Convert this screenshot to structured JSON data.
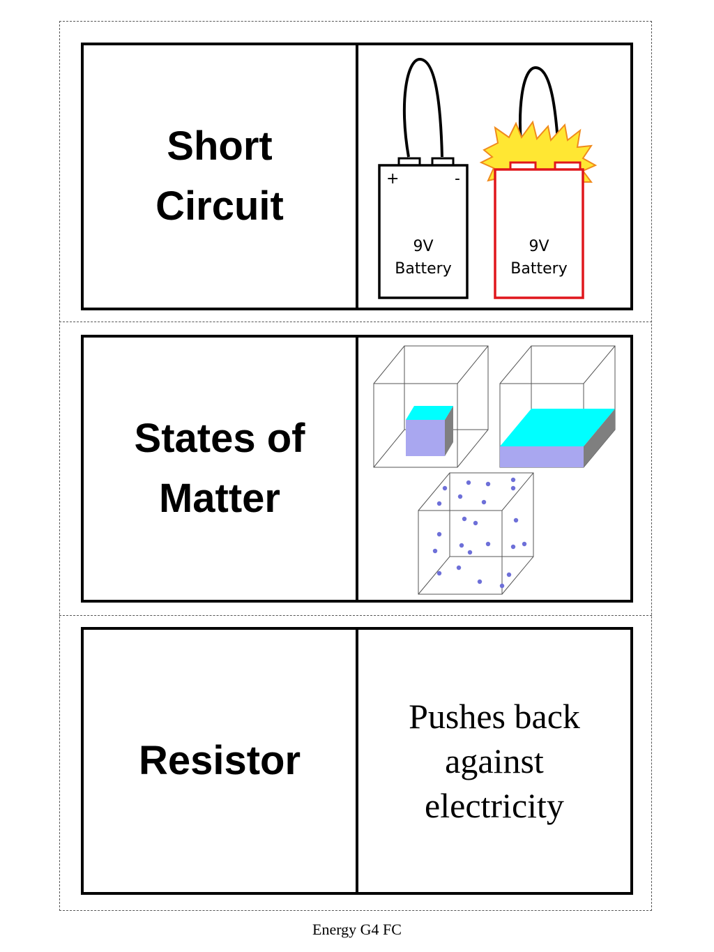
{
  "cards": [
    {
      "term": [
        "Short",
        "Circuit"
      ],
      "illustration": {
        "batteries": [
          {
            "plus": "+",
            "minus": "-",
            "voltage": "9V",
            "label": "Battery",
            "outline_color": "#000000"
          },
          {
            "voltage": "9V",
            "label": "Battery",
            "outline_color": "#e0161c",
            "spark_color": "#ffe733",
            "spark_outline": "#f08a1c"
          }
        ]
      }
    },
    {
      "term": [
        "States of",
        "Matter"
      ],
      "illustration": {
        "solid_color": "#00ffff",
        "side_color": "#a9a7f0",
        "shadow_color": "#7f7f7f",
        "particle_color": "#6d6fd8"
      }
    },
    {
      "term": [
        "Resistor"
      ],
      "definition": [
        "Pushes back",
        "against",
        "electricity"
      ]
    }
  ],
  "footer": "Energy G4 FC"
}
